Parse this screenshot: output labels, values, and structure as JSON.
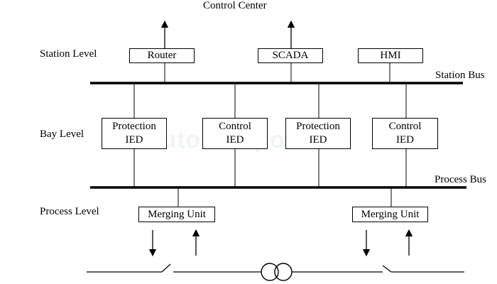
{
  "diagram": {
    "top_label": "Control Center",
    "levels": {
      "station": "Station Level",
      "bay": "Bay Level",
      "process": "Process Level"
    },
    "buses": {
      "station": "Station Bus",
      "process": "Process Bus"
    },
    "station_devices": [
      "Router",
      "SCADA",
      "HMI"
    ],
    "bay_devices": [
      {
        "line1": "Protection",
        "line2": "IED"
      },
      {
        "line1": "Control",
        "line2": "IED"
      },
      {
        "line1": "Protection",
        "line2": "IED"
      },
      {
        "line1": "Control",
        "line2": "IED"
      }
    ],
    "process_devices": [
      "Merging Unit",
      "Merging Unit"
    ],
    "watermark": "tutorialspoint"
  }
}
